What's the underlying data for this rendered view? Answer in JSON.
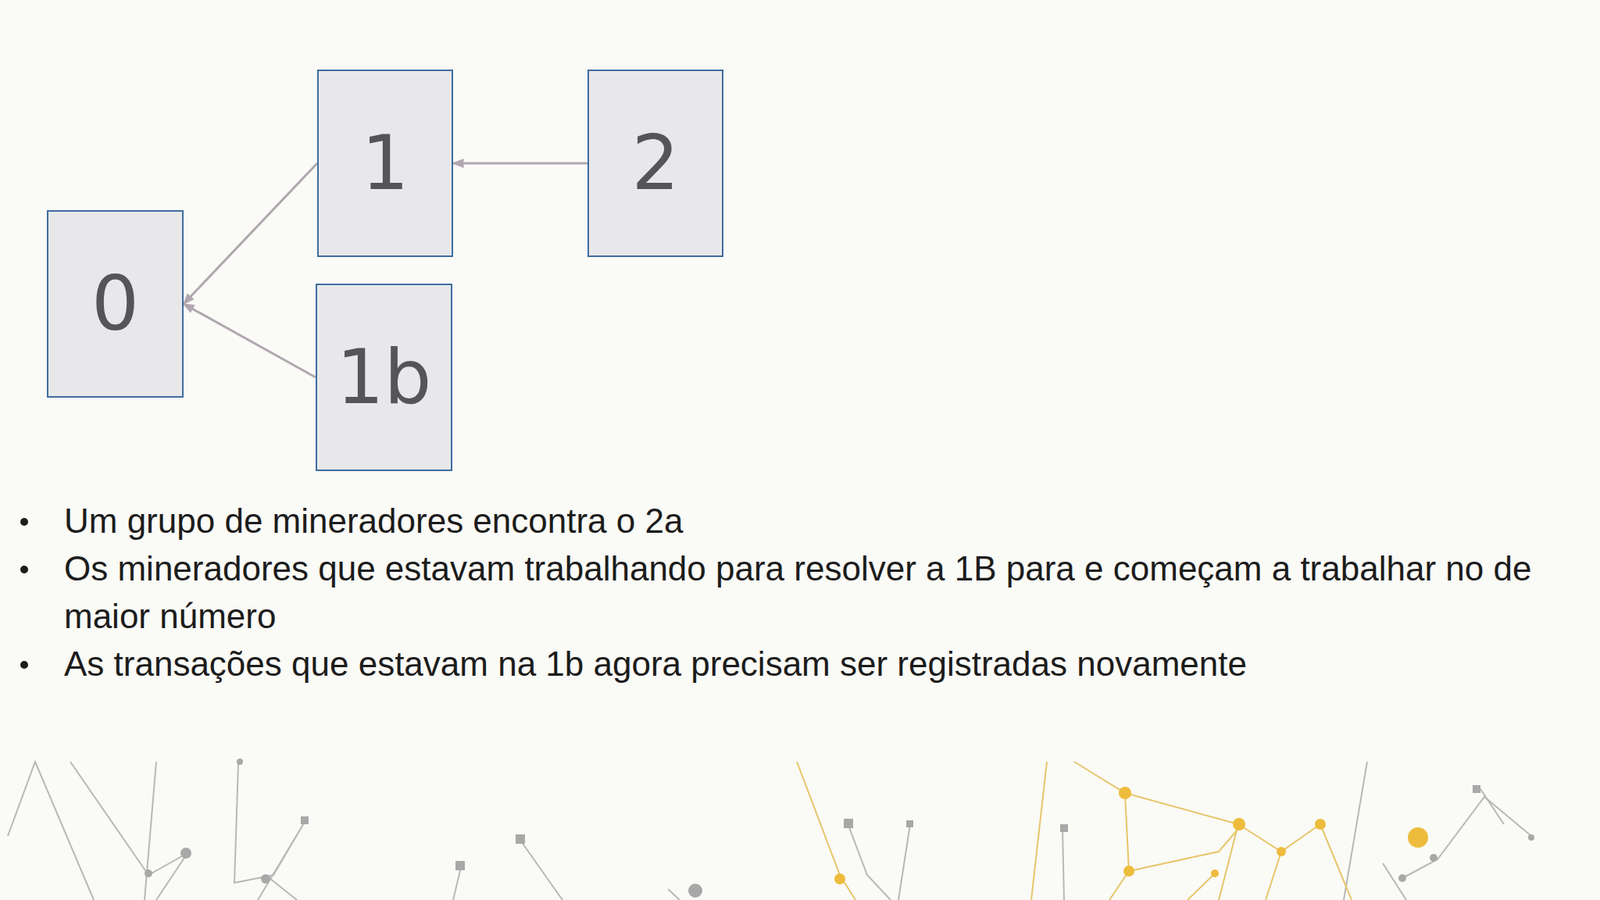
{
  "diagram": {
    "nodes": [
      {
        "text": [
          "0"
        ]
      },
      {
        "text": [
          "1"
        ]
      },
      {
        "text": [
          "2"
        ]
      },
      {
        "text": [
          "1b"
        ]
      }
    ],
    "edges": [
      {
        "from": 1,
        "to": 0,
        "arrow": "to"
      },
      {
        "from": 3,
        "to": 0,
        "arrow": "to"
      },
      {
        "from": 2,
        "to": 1,
        "arrow": "to"
      }
    ],
    "labels": [
      "Um grupo de mineradores encontra o 2a",
      "Os mineradores que estavam trabalhando para resolver a 1B para e começam a trabalhar no de maior número",
      "As transações que estavam na 1b agora precisam ser registradas novamente"
    ]
  }
}
